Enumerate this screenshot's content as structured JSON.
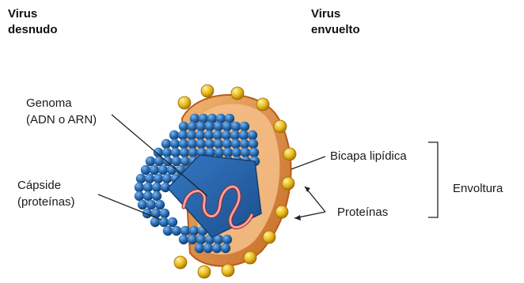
{
  "headings": {
    "naked": {
      "line1": "Virus",
      "line2": "desnudo"
    },
    "enveloped": {
      "line1": "Virus",
      "line2": "envuelto"
    }
  },
  "labels": {
    "genome": {
      "line1": "Genoma",
      "line2": "(ADN o ARN)"
    },
    "capsid": {
      "line1": "Cápside",
      "line2": "(proteínas)"
    },
    "bilayer": "Bicapa lipídica",
    "proteins": "Proteínas",
    "envelope": "Envoltura"
  },
  "colors": {
    "capsid_blue": "#2a6db3",
    "capsid_dark": "#1a4a80",
    "envelope_orange": "#d98a3d",
    "envelope_inner": "#f0b070",
    "spike_yellow": "#e8b818",
    "genome_pink": "#f08a8a"
  }
}
